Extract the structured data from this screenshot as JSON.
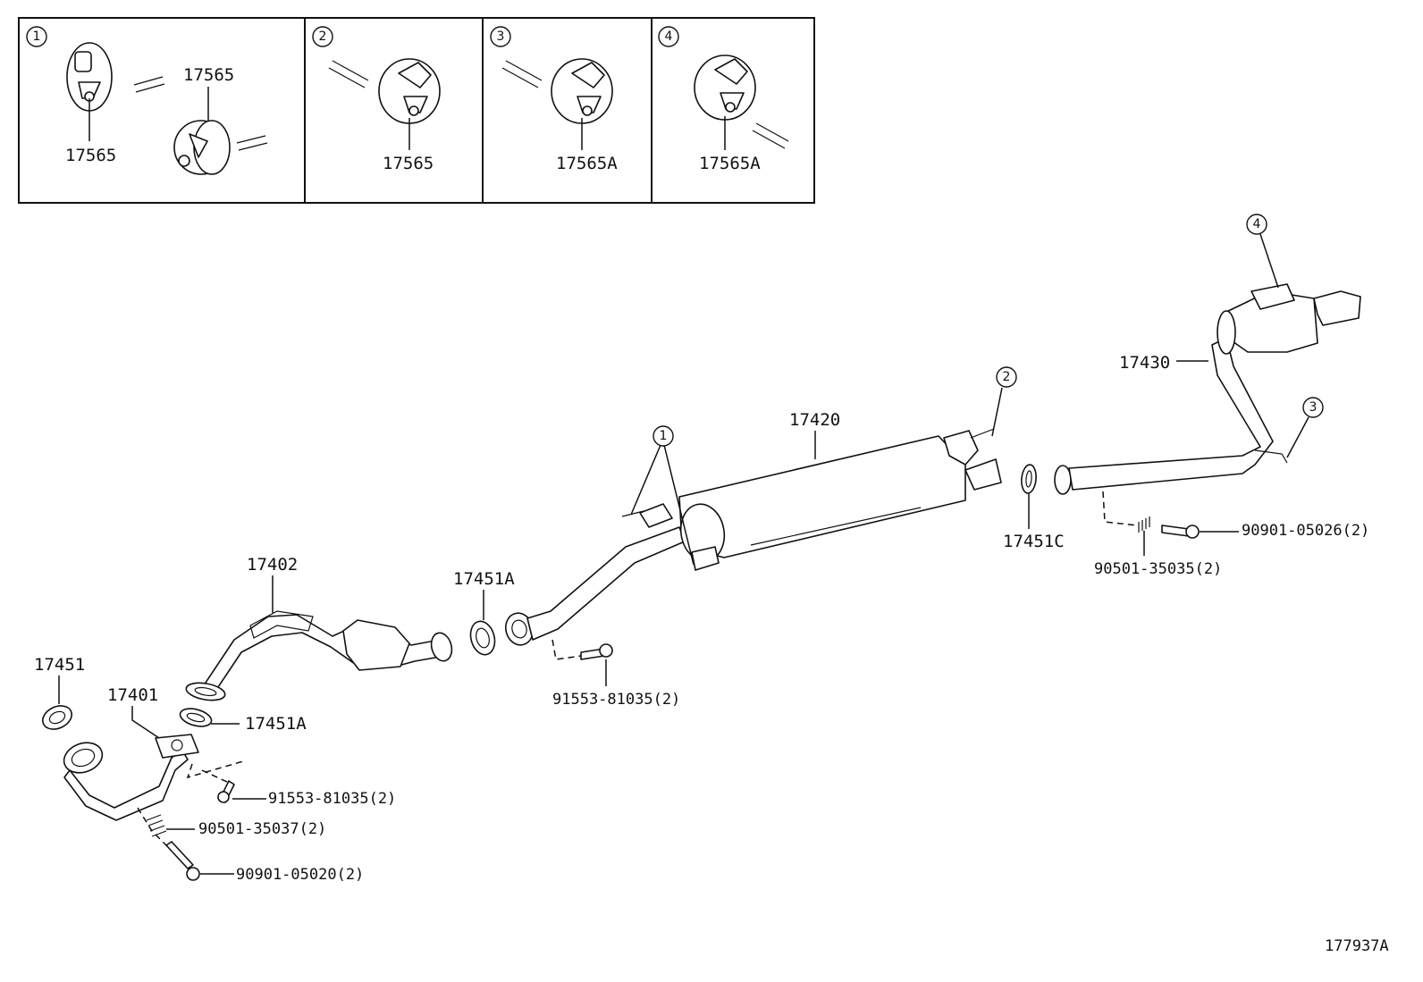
{
  "diagram_id": "177937A",
  "insets": [
    {
      "number": "1",
      "labels": [
        "17565",
        "17565"
      ]
    },
    {
      "number": "2",
      "labels": [
        "17565"
      ]
    },
    {
      "number": "3",
      "labels": [
        "17565A"
      ]
    },
    {
      "number": "4",
      "labels": [
        "17565A"
      ]
    }
  ],
  "callout_markers": [
    "1",
    "2",
    "3",
    "4"
  ],
  "parts": {
    "p17401": "17401",
    "p17402": "17402",
    "p17420": "17420",
    "p17430": "17430",
    "p17451": "17451",
    "p17451A_left": "17451A",
    "p17451A_mid": "17451A",
    "p17451C": "17451C",
    "p91553_upper": "91553-81035(2)",
    "p91553_lower": "91553-81035(2)",
    "p90501_35037": "90501-35037(2)",
    "p90901_05020": "90901-05020(2)",
    "p90501_35035": "90501-35035(2)",
    "p90901_05026": "90901-05026(2)"
  }
}
